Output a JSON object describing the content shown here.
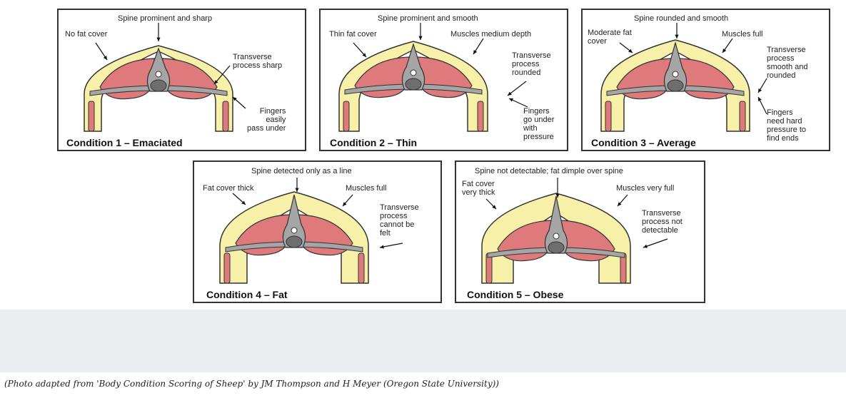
{
  "colors": {
    "fat": "#f6f0a8",
    "muscle": "#de7a7c",
    "bone": "#a5a5a5",
    "outline": "#333333",
    "band": "#ebedf0"
  },
  "panels": [
    {
      "title": "Condition 1 – Emaciated",
      "spine": "Spine prominent and sharp",
      "fat": "No fat cover",
      "muscles": "",
      "process": "Transverse\nprocess sharp",
      "fingers": "Fingers\neasily\npass under"
    },
    {
      "title": "Condition 2 – Thin",
      "spine": "Spine prominent and smooth",
      "fat": "Thin fat cover",
      "muscles": "Muscles medium depth",
      "process": "Transverse\nprocess\nrounded",
      "fingers": "Fingers\ngo under\nwith\npressure"
    },
    {
      "title": "Condition 3 – Average",
      "spine": "Spine rounded and smooth",
      "fat": "Moderate fat\ncover",
      "muscles": "Muscles full",
      "process": "Transverse\nprocess\nsmooth and\nrounded",
      "fingers": "Fingers\nneed hard\npressure to\nfind ends"
    },
    {
      "title": "Condition 4 – Fat",
      "spine": "Spine detected only as a line",
      "fat": "Fat cover thick",
      "muscles": "Muscles full",
      "process": "Transverse\nprocess\ncannot be\nfelt",
      "fingers": ""
    },
    {
      "title": "Condition 5 – Obese",
      "spine": "Spine not detectable; fat dimple over spine",
      "fat": "Fat cover\nvery thick",
      "muscles": "Muscles very full",
      "process": "Transverse\nprocess not\ndetectable",
      "fingers": ""
    }
  ],
  "caption": "(Photo adapted from 'Body Condition Scoring of Sheep' by JM Thompson and H Meyer (Oregon State University))"
}
